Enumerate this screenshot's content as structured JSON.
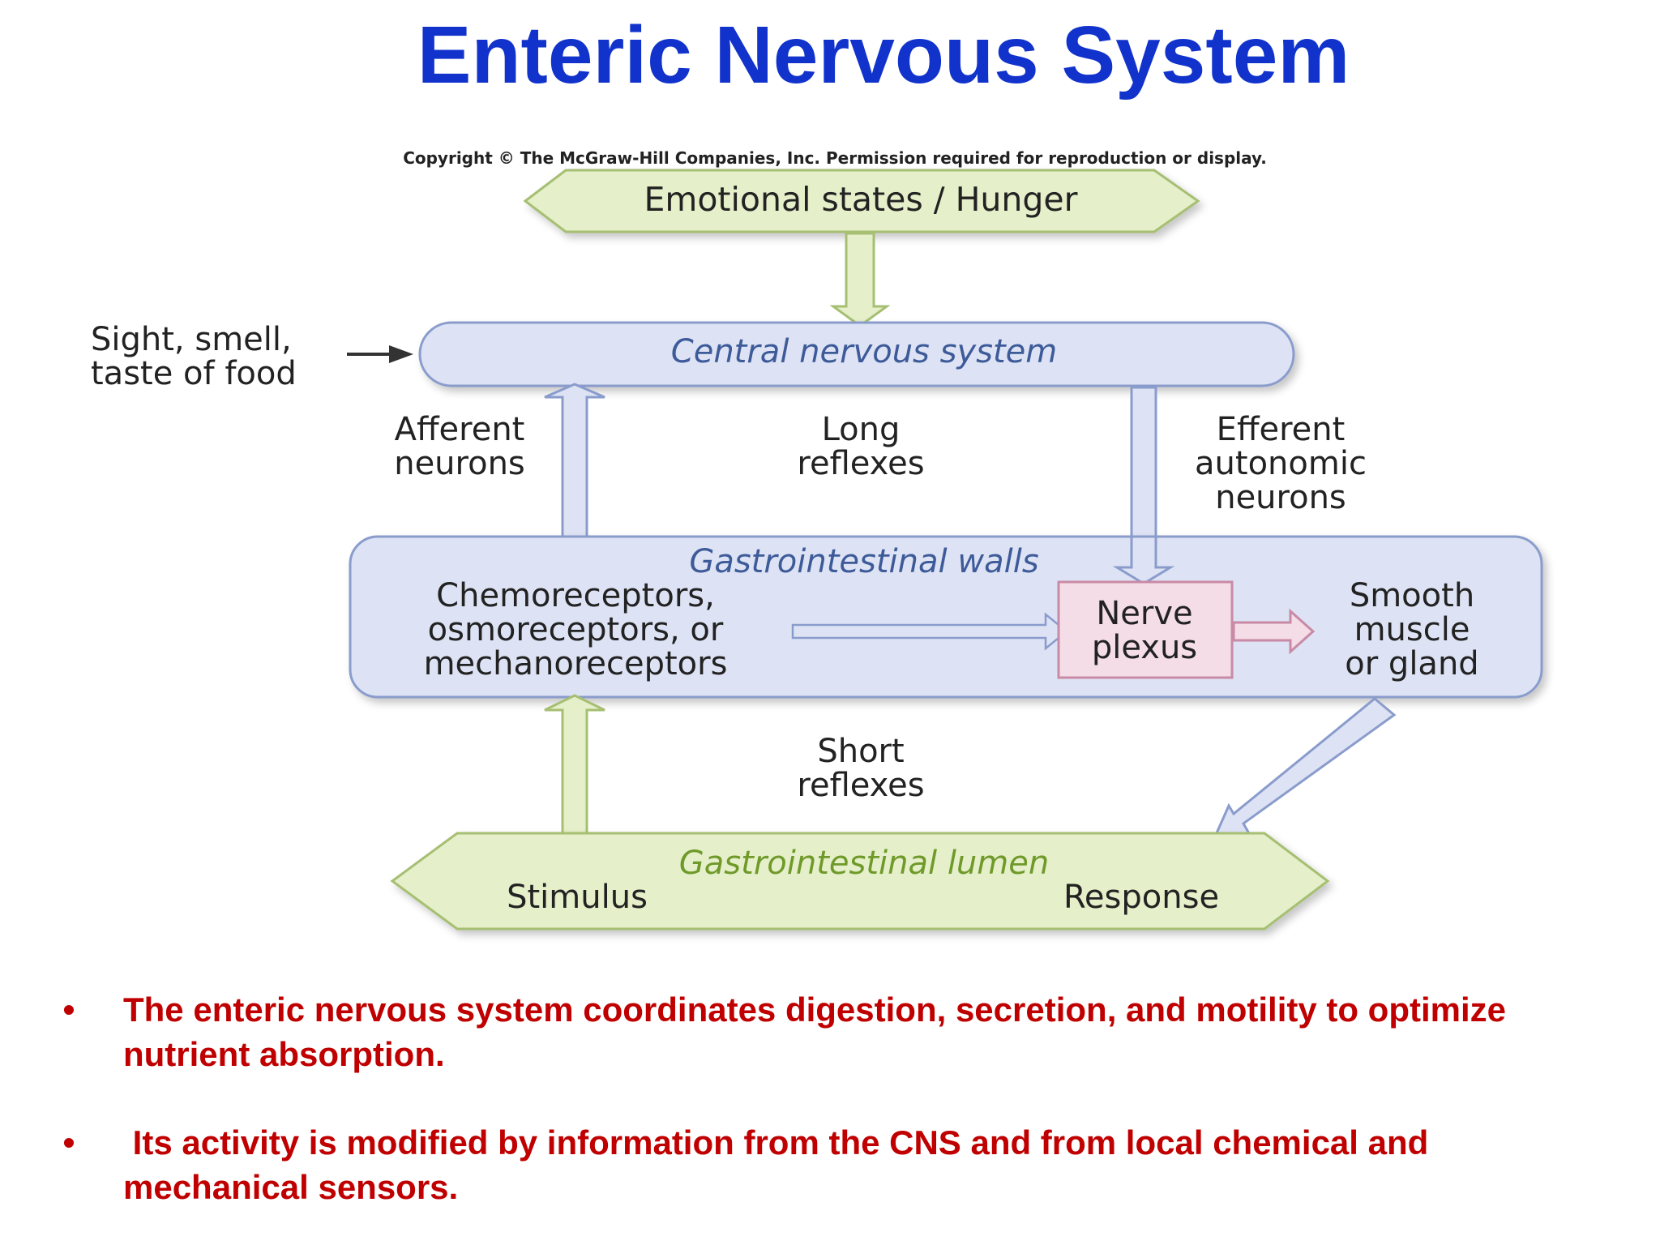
{
  "title": "Enteric Nervous System",
  "diagram": {
    "copyright": "Copyright © The McGraw-Hill Companies, Inc. Permission required for reproduction or display.",
    "emotional_states": "Emotional states / Hunger",
    "sight_smell_line1": "Sight, smell,",
    "sight_smell_line2": "taste of food",
    "cns": "Central nervous system",
    "afferent_line1": "Afferent",
    "afferent_line2": "neurons",
    "long_reflexes_line1": "Long",
    "long_reflexes_line2": "reflexes",
    "efferent_line1": "Efferent",
    "efferent_line2": "autonomic",
    "efferent_line3": "neurons",
    "gi_walls": "Gastrointestinal walls",
    "receptors_line1": "Chemoreceptors,",
    "receptors_line2": "osmoreceptors, or",
    "receptors_line3": "mechanoreceptors",
    "nerve_plexus_line1": "Nerve",
    "nerve_plexus_line2": "plexus",
    "smooth_line1": "Smooth",
    "smooth_line2": "muscle",
    "smooth_line3": "or gland",
    "short_reflexes_line1": "Short",
    "short_reflexes_line2": "reflexes",
    "gi_lumen": "Gastrointestinal lumen",
    "stimulus": "Stimulus",
    "response": "Response"
  },
  "bullets": [
    {
      "marker": "•",
      "text": "The enteric nervous system coordinates digestion, secretion, and motility to optimize nutrient absorption."
    },
    {
      "marker": "•",
      "text": " Its activity is modified by information from the CNS and from local chemical and mechanical sensors."
    }
  ],
  "colors": {
    "title": "#1133cc",
    "bullet_text": "#c00000",
    "blue_box_fill": "#dde3f4",
    "blue_box_stroke": "#8a9ccc",
    "green_box_fill": "#e5efc9",
    "green_box_stroke": "#a6bf72",
    "pink_box_fill": "#f4dde6",
    "pink_box_stroke": "#c98aa6",
    "blue_italic_text": "#3d5a99",
    "green_italic_text": "#6f9a2a"
  }
}
